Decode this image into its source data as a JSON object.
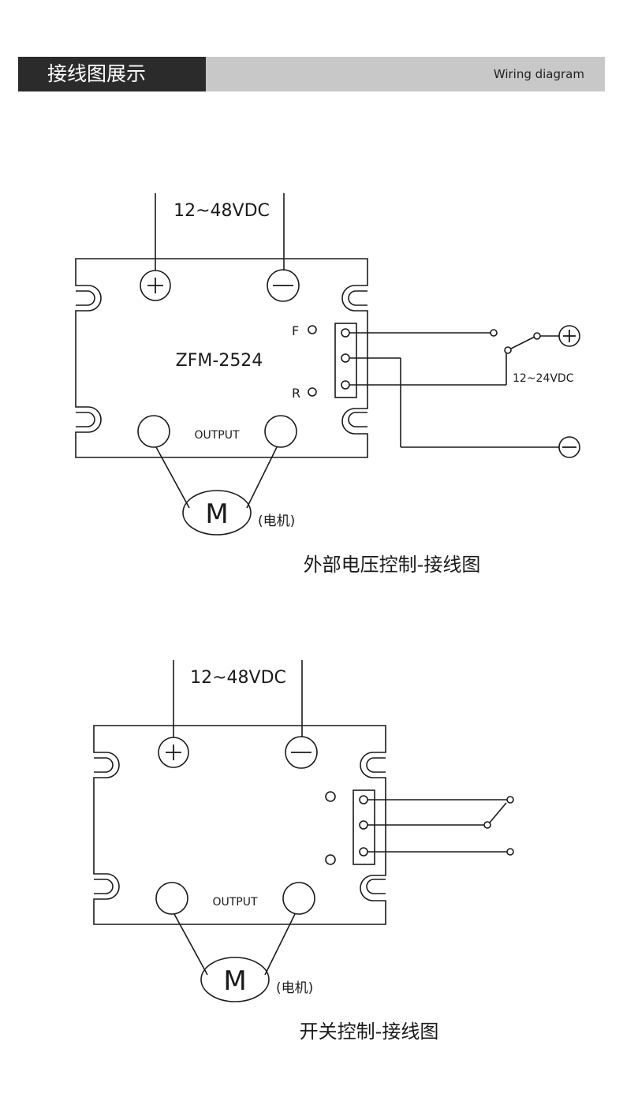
{
  "header": {
    "title": "接线图展示",
    "subtitle": "Wiring diagram"
  },
  "diagram1": {
    "supply_label": "12~48VDC",
    "plus_symbol": "+",
    "minus_symbol": "−",
    "model": "ZFM-2524",
    "f_label": "F",
    "r_label": "R",
    "output_label": "OUTPUT",
    "motor_symbol": "M",
    "motor_label": "(电机)",
    "control_voltage": "12~24VDC",
    "caption": "外部电压控制-接线图"
  },
  "diagram2": {
    "supply_label": "12~48VDC",
    "plus_symbol": "+",
    "minus_symbol": "−",
    "output_label": "OUTPUT",
    "motor_symbol": "M",
    "motor_label": "(电机)",
    "caption": "开关控制-接线图"
  }
}
